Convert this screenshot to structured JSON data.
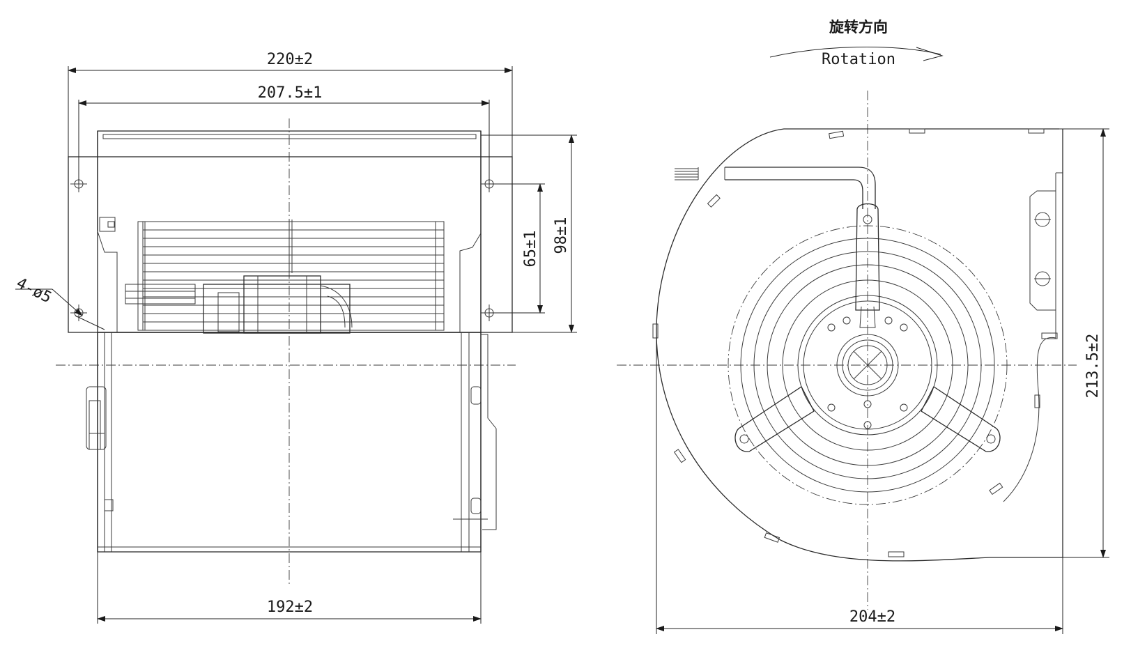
{
  "dimensions": {
    "overall_width": "220±2",
    "mount_hole_spacing": "207.5±1",
    "mount_height_inner": "65±1",
    "mount_height_outer": "98±1",
    "mount_holes": "4-ø5",
    "housing_width": "192±2",
    "side_width": "204±2",
    "side_height": "213.5±2"
  },
  "rotation": {
    "label_cn": "旋转方向",
    "label_en": "Rotation"
  },
  "colors": {
    "line": "#2b2b2b",
    "background": "#ffffff"
  }
}
